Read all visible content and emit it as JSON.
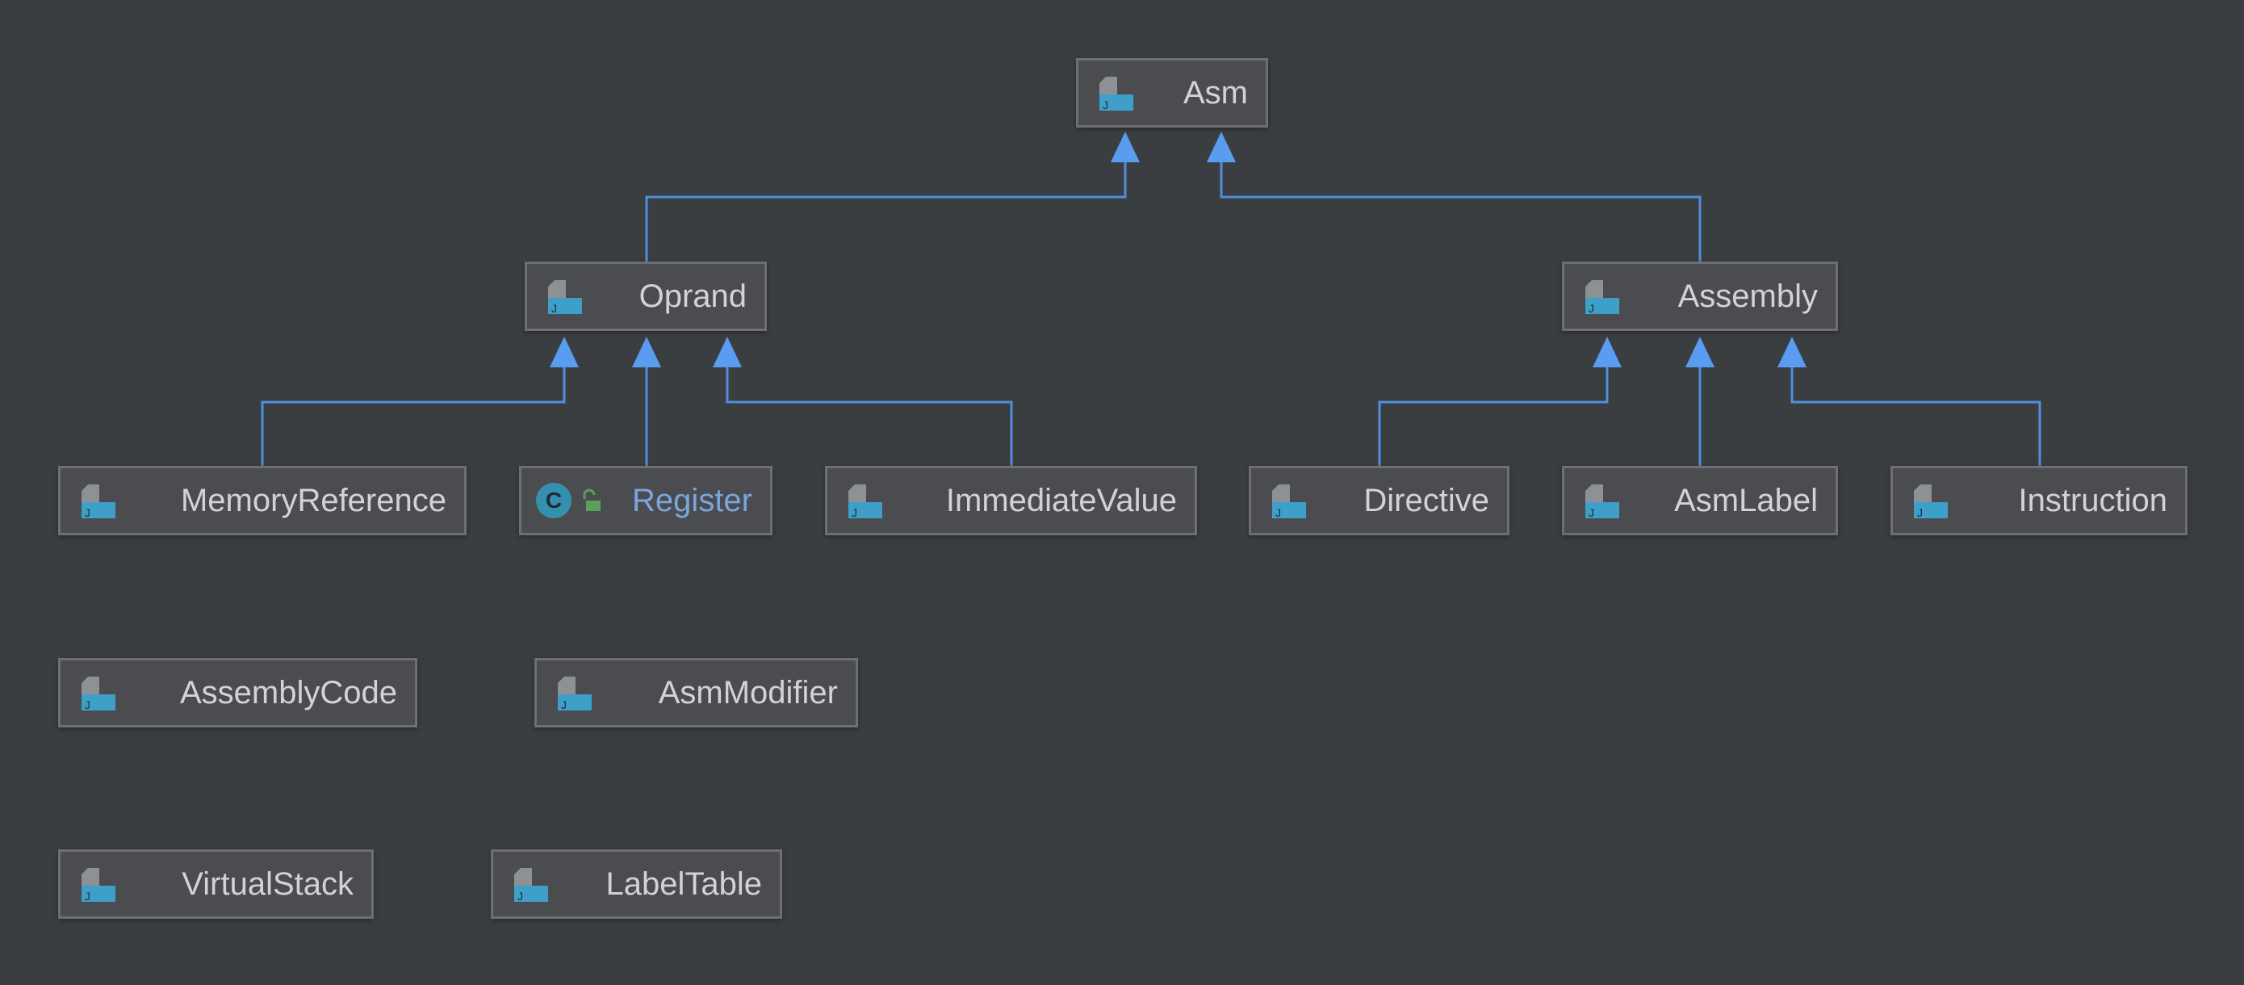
{
  "diagram": {
    "colors": {
      "background": "#3b3e41",
      "edge": "#4e8fe0",
      "node_fill": "#4a4c4f",
      "node_border": "#6d6f72",
      "text": "#d1d3d6",
      "class_text": "#7aa5dd"
    },
    "nodes": {
      "asm": {
        "label": "Asm",
        "icon": "java-file-icon"
      },
      "oprand": {
        "label": "Oprand",
        "icon": "java-file-icon"
      },
      "assembly": {
        "label": "Assembly",
        "icon": "java-file-icon"
      },
      "memory_reference": {
        "label": "MemoryReference",
        "icon": "java-file-icon"
      },
      "register": {
        "label": "Register",
        "icon": "class-c-icon",
        "modifier_icon": "unlock-icon"
      },
      "immediate_value": {
        "label": "ImmediateValue",
        "icon": "java-file-icon"
      },
      "directive": {
        "label": "Directive",
        "icon": "java-file-icon"
      },
      "asm_label": {
        "label": "AsmLabel",
        "icon": "java-file-icon"
      },
      "instruction": {
        "label": "Instruction",
        "icon": "java-file-icon"
      },
      "assembly_code": {
        "label": "AssemblyCode",
        "icon": "java-file-icon"
      },
      "asm_modifier": {
        "label": "AsmModifier",
        "icon": "java-file-icon"
      },
      "virtual_stack": {
        "label": "VirtualStack",
        "icon": "java-file-icon"
      },
      "label_table": {
        "label": "LabelTable",
        "icon": "java-file-icon"
      }
    },
    "edges": [
      {
        "from": "oprand",
        "to": "asm",
        "type": "extends"
      },
      {
        "from": "assembly",
        "to": "asm",
        "type": "extends"
      },
      {
        "from": "memory_reference",
        "to": "oprand",
        "type": "extends"
      },
      {
        "from": "register",
        "to": "oprand",
        "type": "extends"
      },
      {
        "from": "immediate_value",
        "to": "oprand",
        "type": "extends"
      },
      {
        "from": "directive",
        "to": "assembly",
        "type": "extends"
      },
      {
        "from": "asm_label",
        "to": "assembly",
        "type": "extends"
      },
      {
        "from": "instruction",
        "to": "assembly",
        "type": "extends"
      }
    ]
  }
}
